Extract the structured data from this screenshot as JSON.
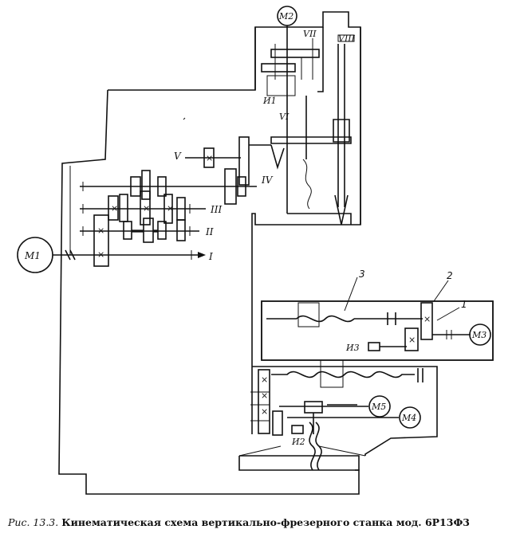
{
  "caption": {
    "number": "Рис. 13.3.",
    "text": "Кинематическая схема вертикально-фрезерного станка мод. 6Р13Ф3"
  },
  "motors": [
    "М1",
    "М2",
    "М3",
    "М4",
    "М5"
  ],
  "clutches": [
    "И1",
    "И2",
    "И3"
  ],
  "shafts": [
    "I",
    "II",
    "III",
    "IV",
    "V",
    "VI",
    "VII",
    "VIII"
  ],
  "callouts": [
    "1",
    "2",
    "3"
  ]
}
